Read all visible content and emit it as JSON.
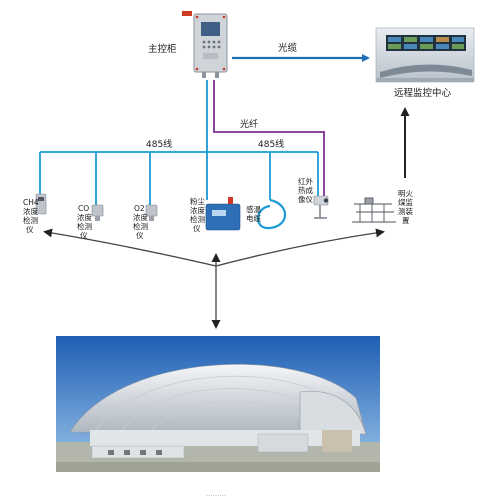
{
  "nodes": {
    "main_cabinet": "主控柜",
    "remote_center": "远程监控中心",
    "ch4": "CH4浓度检测仪",
    "co": "CO浓度检测仪",
    "o2": "O2浓度检测仪",
    "dust": "粉尘浓度检测仪",
    "heat_cable": "感温电缆",
    "ir_camera": "红外热成像仪",
    "fire_device": "明火煤监测装置"
  },
  "links": {
    "cable": "光缆",
    "fiber": "光纤",
    "bus_left": "485线",
    "bus_right": "485线"
  },
  "colors": {
    "cyan_bus": "#1a9ad6",
    "purple_fiber": "#7b2d8e",
    "blue_arrow": "#1f6fb5",
    "black_arrow": "#222222"
  },
  "footer": "·········"
}
